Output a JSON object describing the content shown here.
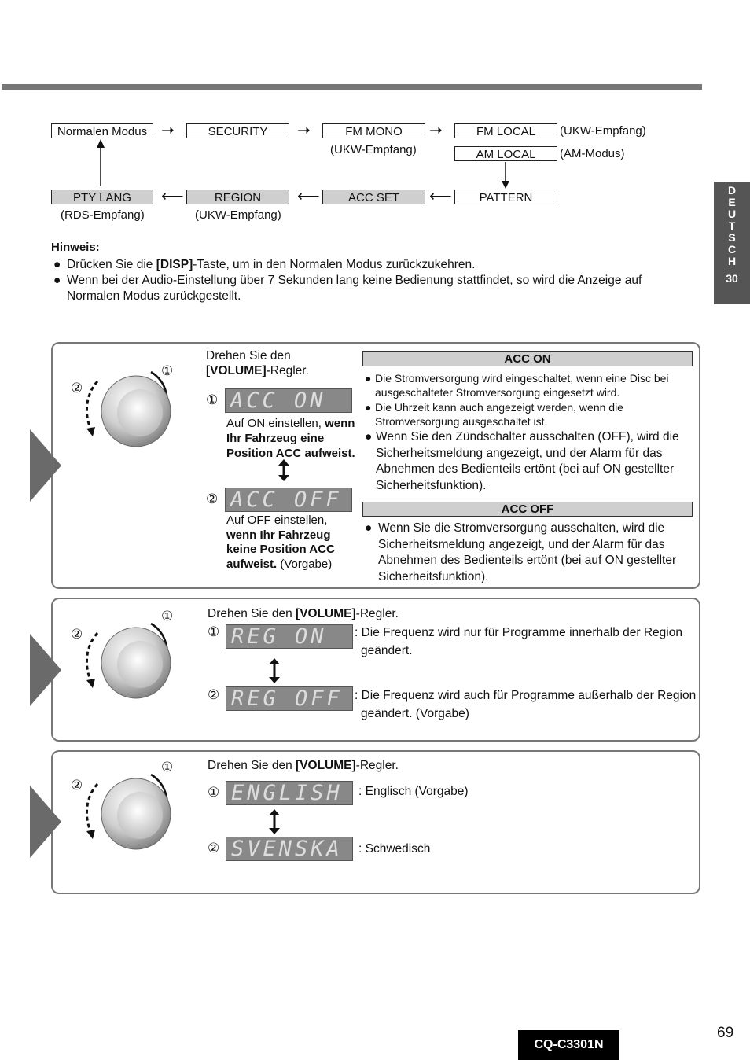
{
  "flow": {
    "normal_mode": "Normalen Modus",
    "security": "SECURITY",
    "fm_mono": "FM MONO",
    "fm_mono_sub": "(UKW-Empfang)",
    "fm_local": "FM LOCAL",
    "fm_local_note": "(UKW-Empfang)",
    "am_local": "AM LOCAL",
    "am_local_note": "(AM-Modus)",
    "pty_lang": "PTY LANG",
    "pty_lang_sub": "(RDS-Empfang)",
    "region": "REGION",
    "region_sub": "(UKW-Empfang)",
    "acc_set": "ACC SET",
    "pattern": "PATTERN"
  },
  "hinweis": {
    "title": "Hinweis:",
    "note1_pre": "Drücken Sie die ",
    "note1_bold": "[DISP]",
    "note1_post": "-Taste, um in den Normalen Modus zurückzukehren.",
    "note2": "Wenn bei der Audio-Einstellung über 7 Sekunden lang keine Bedienung stattfindet, so wird die Anzeige auf Normalen Modus zurückgestellt."
  },
  "sidetab": {
    "letters": [
      "D",
      "E",
      "U",
      "T",
      "S",
      "C",
      "H"
    ],
    "number": "30"
  },
  "panel1": {
    "instr_line1": "Drehen Sie den",
    "instr_bold": "[VOLUME]",
    "instr_post": "-Regler.",
    "lcd1": "ACC ON",
    "lcd2": "ACC OFF",
    "on_text_plain": "Auf ON einstellen, ",
    "on_text_bold1": "wenn",
    "on_text_bold2": "Ihr Fahrzeug eine",
    "on_text_bold3": "Position ACC aufweist.",
    "off_text_plain": "Auf OFF einstellen,",
    "off_text_bold1": "wenn Ihr Fahrzeug",
    "off_text_bold2": "keine Position ACC",
    "off_text_bold3": "aufweist.",
    "off_text_post": " (Vorgabe)",
    "acc_on_header": "ACC ON",
    "acc_on_items": [
      [
        "Die Stromversorgung wird eingeschaltet, wenn eine Disc bei",
        "ausgeschalteter Stromversorgung eingesetzt wird."
      ],
      [
        "Die Uhrzeit kann auch angezeigt werden, wenn die",
        "Stromversorgung ausgeschaltet ist."
      ]
    ],
    "acc_on_item3": [
      "Wenn Sie den Zündschalter ausschalten (OFF), wird die",
      "Sicherheitsmeldung angezeigt, und der Alarm für das",
      "Abnehmen des Bedienteils ertönt (bei auf ON gestellter",
      "Sicherheitsfunktion)."
    ],
    "acc_off_header": "ACC OFF",
    "acc_off_item": [
      "Wenn Sie die Stromversorgung ausschalten, wird die",
      "Sicherheitsmeldung angezeigt, und der Alarm für das",
      "Abnehmen des Bedienteils ertönt (bei auf ON gestellter",
      "Sicherheitsfunktion)."
    ]
  },
  "panel2": {
    "instr_pre": "Drehen Sie den ",
    "instr_bold": "[VOLUME]",
    "instr_post": "-Regler.",
    "lcd1": "REG ON",
    "lcd2": "REG OFF",
    "desc1_a": ": Die Frequenz wird nur für Programme innerhalb der Region",
    "desc1_b": "geändert.",
    "desc2_a": ": Die Frequenz wird auch für Programme außerhalb der Region",
    "desc2_b": "geändert. (Vorgabe)"
  },
  "panel3": {
    "instr_pre": "Drehen Sie den ",
    "instr_bold": "[VOLUME]",
    "instr_post": "-Regler.",
    "lcd1": "ENGLISH",
    "lcd2": "SVENSKA",
    "desc1": ": Englisch (Vorgabe)",
    "desc2": ": Schwedisch"
  },
  "markers": {
    "one": "①",
    "two": "②",
    "bullet": "●"
  },
  "footer": {
    "model": "CQ-C3301N",
    "page": "69"
  }
}
